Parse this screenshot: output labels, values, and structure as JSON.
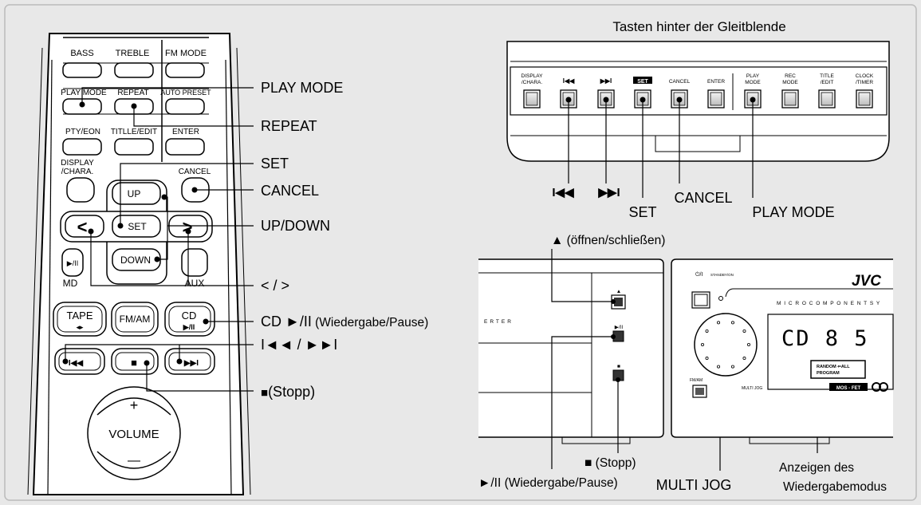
{
  "remote": {
    "row1": [
      "BASS",
      "TREBLE",
      "FM  MODE"
    ],
    "row2": [
      "PLAY  MODE",
      "REPEAT",
      "AUTO PRESET"
    ],
    "row3": [
      "PTY/EON",
      "TITLLE/EDIT",
      "ENTER"
    ],
    "display_line1": "DISPLAY",
    "display_line2": "/CHARA.",
    "cancel": "CANCEL",
    "up": "UP",
    "set": "SET",
    "down": "DOWN",
    "left": "<",
    "right": ">",
    "md_button": "▶/II",
    "md": "MD",
    "aux": "AUX",
    "tape_line1": "TAPE",
    "tape_line2": "◂▸",
    "fmam": "FM/AM",
    "cd_line1": "CD",
    "cd_line2": "▶/II",
    "prev": "I◀◀",
    "stop": "■",
    "next": "▶▶I",
    "vol_plus": "+",
    "volume": "VOLUME",
    "vol_minus": "—"
  },
  "remote_callouts": {
    "play_mode": "PLAY MODE",
    "repeat": "REPEAT",
    "set": "SET",
    "cancel": "CANCEL",
    "updown": "UP/DOWN",
    "lr": "< / >",
    "cd_sym": "CD ►/II",
    "cd_text": " (Wiedergabe/Pause)",
    "skip": "I◄◄ / ►►I",
    "stop_sym": "■",
    "stop_text": "(Stopp)"
  },
  "panel": {
    "title": "Tasten hinter der Gleitblende",
    "buttons": [
      {
        "l1": "DISPLAY",
        "l2": "/CHARA."
      },
      {
        "l1": "I◀◀",
        "l2": ""
      },
      {
        "l1": "▶▶I",
        "l2": ""
      },
      {
        "l1": "SET",
        "l2": ""
      },
      {
        "l1": "CANCEL",
        "l2": ""
      },
      {
        "l1": "ENTER",
        "l2": ""
      },
      {
        "l1": "PLAY",
        "l2": "MODE"
      },
      {
        "l1": "REC",
        "l2": "MODE"
      },
      {
        "l1": "TITLE",
        "l2": "/EDIT"
      },
      {
        "l1": "CLOCK",
        "l2": "/TIMER"
      }
    ],
    "callout_prev": "I◀◀",
    "callout_next": "▶▶I",
    "callout_set": "SET",
    "callout_cancel": "CANCEL",
    "callout_playmode": "PLAY MODE"
  },
  "unit": {
    "eject_label": "▲ (öffnen/schließen)",
    "left_text": "ERTER",
    "eject_btn": "▲",
    "play_btn": "▶/II",
    "stop_btn": "■",
    "stop_label": "■ (Stopp)",
    "play_label": "►/II  (Wiedergabe/Pause)",
    "jog_label": "MULTI JOG",
    "mode_label_1": "Anzeigen des",
    "mode_label_2": "Wiedergabemodus",
    "brand": "JVC",
    "power": "⏻/I",
    "standby": "STANDBY/ON",
    "micro": "M I C R O   C O M P O N E N T   S Y",
    "display_text": "CD   8  5",
    "random": "RANDOM ⇐ALL",
    "program": "PROGRAM",
    "fmam": "FM/AM",
    "multijog": "MULTI  JOG",
    "mosfet": "MOS - FET"
  }
}
